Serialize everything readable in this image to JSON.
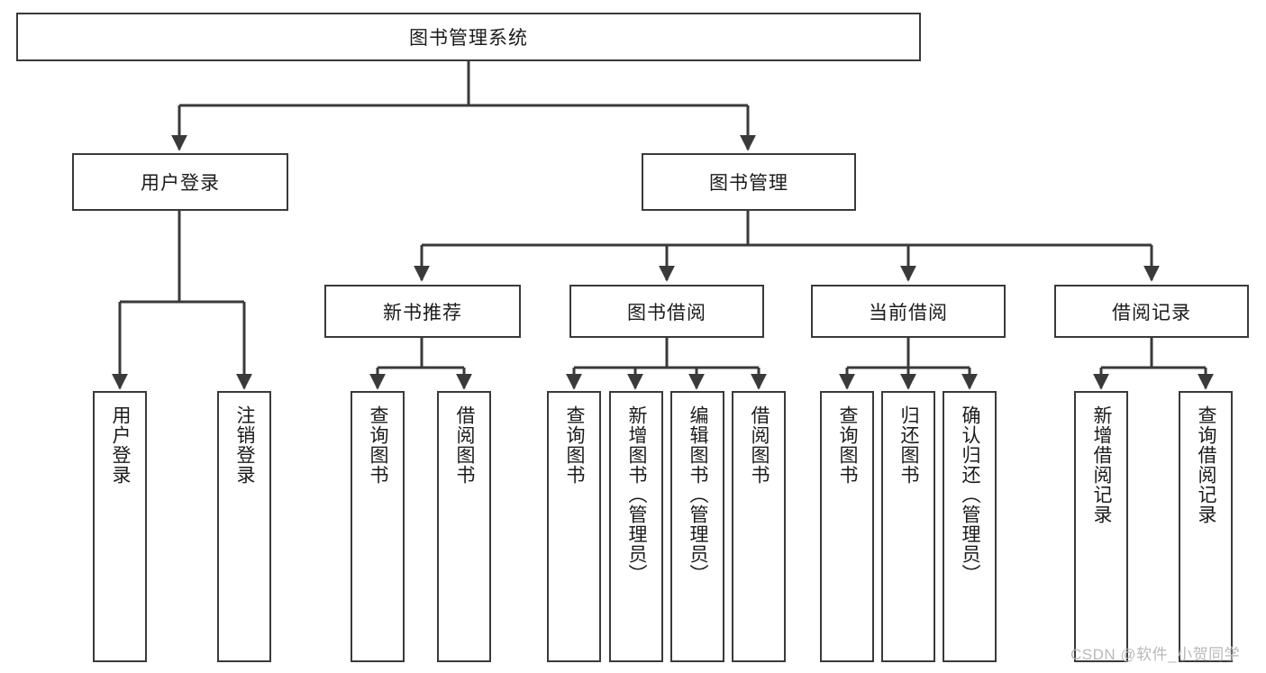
{
  "diagram": {
    "title": "图书管理系统",
    "type": "hierarchy-tree",
    "root": {
      "id": "root",
      "label": "图书管理系统"
    },
    "level1": [
      {
        "id": "user-login",
        "label": "用户登录"
      },
      {
        "id": "book-management",
        "label": "图书管理"
      }
    ],
    "level2": [
      {
        "id": "new-book-recommend",
        "label": "新书推荐",
        "parent": "book-management"
      },
      {
        "id": "book-borrow",
        "label": "图书借阅",
        "parent": "book-management"
      },
      {
        "id": "current-borrow",
        "label": "当前借阅",
        "parent": "book-management"
      },
      {
        "id": "borrow-record",
        "label": "借阅记录",
        "parent": "book-management"
      }
    ],
    "leaves": {
      "user_login": [
        {
          "id": "leaf-user-login",
          "label": "用户登录"
        },
        {
          "id": "leaf-logout-login",
          "label": "注销登录"
        }
      ],
      "new_book_recommend": [
        {
          "id": "leaf-query-book-1",
          "label": "查询图书"
        },
        {
          "id": "leaf-borrow-book-1",
          "label": "借阅图书"
        }
      ],
      "book_borrow": [
        {
          "id": "leaf-query-book-2",
          "label": "查询图书"
        },
        {
          "id": "leaf-add-book",
          "label": "新增图书（管理员）"
        },
        {
          "id": "leaf-edit-book",
          "label": "编辑图书（管理员）"
        },
        {
          "id": "leaf-borrow-book-2",
          "label": "借阅图书"
        }
      ],
      "current_borrow": [
        {
          "id": "leaf-query-book-3",
          "label": "查询图书"
        },
        {
          "id": "leaf-return-book",
          "label": "归还图书"
        },
        {
          "id": "leaf-confirm-return",
          "label": "确认归还（管理员）"
        }
      ],
      "borrow_record": [
        {
          "id": "leaf-add-record",
          "label": "新增借阅记录"
        },
        {
          "id": "leaf-query-record",
          "label": "查询借阅记录"
        }
      ]
    }
  },
  "watermark": {
    "text": "CSDN @软件_小贺同学"
  },
  "colors": {
    "stroke": "#3a3a3a",
    "fill": "#ffffff",
    "text": "#1b1b1b",
    "watermark": "#b9b9b9"
  }
}
